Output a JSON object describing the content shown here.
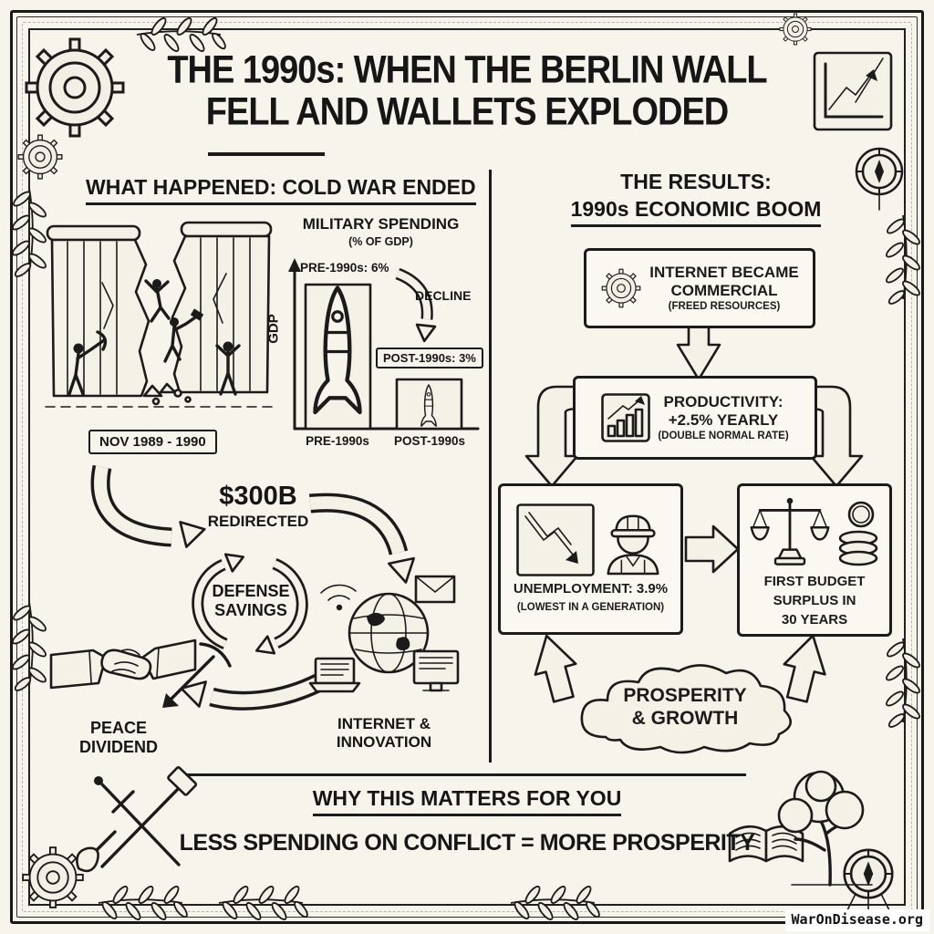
{
  "page": {
    "watermark": "WarOnDisease.org"
  },
  "title": {
    "lines": [
      "THE 1990s: WHEN THE BERLIN WALL",
      "FELL AND WALLETS EXPLODED"
    ]
  },
  "left": {
    "heading": "WHAT HAPPENED: COLD WAR ENDED",
    "wall_caption": "NOV 1989 - 1990",
    "chart": {
      "title": "MILITARY SPENDING",
      "subtitle": "(% OF GDP)",
      "y_axis_label": "GDP",
      "pre_value_label": "PRE-1990s: 6%",
      "decline_label": "DECLINE",
      "post_value_label": "POST-1990s: 3%",
      "x_labels": [
        "PRE-1990s",
        "POST-1990s"
      ]
    },
    "redirected": {
      "amount": "$300B",
      "label": "REDIRECTED"
    },
    "defense_savings": [
      "DEFENSE",
      "SAVINGS"
    ],
    "peace_dividend": [
      "PEACE",
      "DIVIDEND"
    ],
    "internet_innovation": [
      "INTERNET &",
      "INNOVATION"
    ]
  },
  "right": {
    "heading": [
      "THE RESULTS:",
      "1990s ECONOMIC BOOM"
    ],
    "internet_box": [
      "INTERNET BECAME",
      "COMMERCIAL",
      "(FREED RESOURCES)"
    ],
    "productivity_box": [
      "PRODUCTIVITY:",
      "+2.5% YEARLY",
      "(DOUBLE NORMAL RATE)"
    ],
    "unemployment_box": [
      "UNEMPLOYMENT: 3.9%",
      "(LOWEST IN A GENERATION)"
    ],
    "surplus_box": [
      "FIRST BUDGET",
      "SURPLUS IN",
      "30 YEARS"
    ],
    "cloud": [
      "PROSPERITY",
      "& GROWTH"
    ]
  },
  "footer": {
    "heading": "WHY THIS MATTERS FOR YOU",
    "message": "LESS SPENDING ON CONFLICT = MORE PROSPERITY"
  },
  "chart_data": {
    "type": "bar",
    "title": "MILITARY SPENDING (% OF GDP)",
    "categories": [
      "PRE-1990s",
      "POST-1990s"
    ],
    "values": [
      6,
      3
    ],
    "ylabel": "GDP",
    "annotation": "DECLINE",
    "flow": [
      "COLD WAR ENDED",
      "$300B REDIRECTED",
      "DEFENSE SAVINGS",
      "PEACE DIVIDEND",
      "INTERNET & INNOVATION",
      "INTERNET BECAME COMMERCIAL",
      "PRODUCTIVITY +2.5% YEARLY",
      "UNEMPLOYMENT 3.9%",
      "FIRST BUDGET SURPLUS IN 30 YEARS",
      "PROSPERITY & GROWTH"
    ]
  },
  "colors": {
    "ink": "#1b1b1b",
    "paper": "#f7f4ec"
  }
}
